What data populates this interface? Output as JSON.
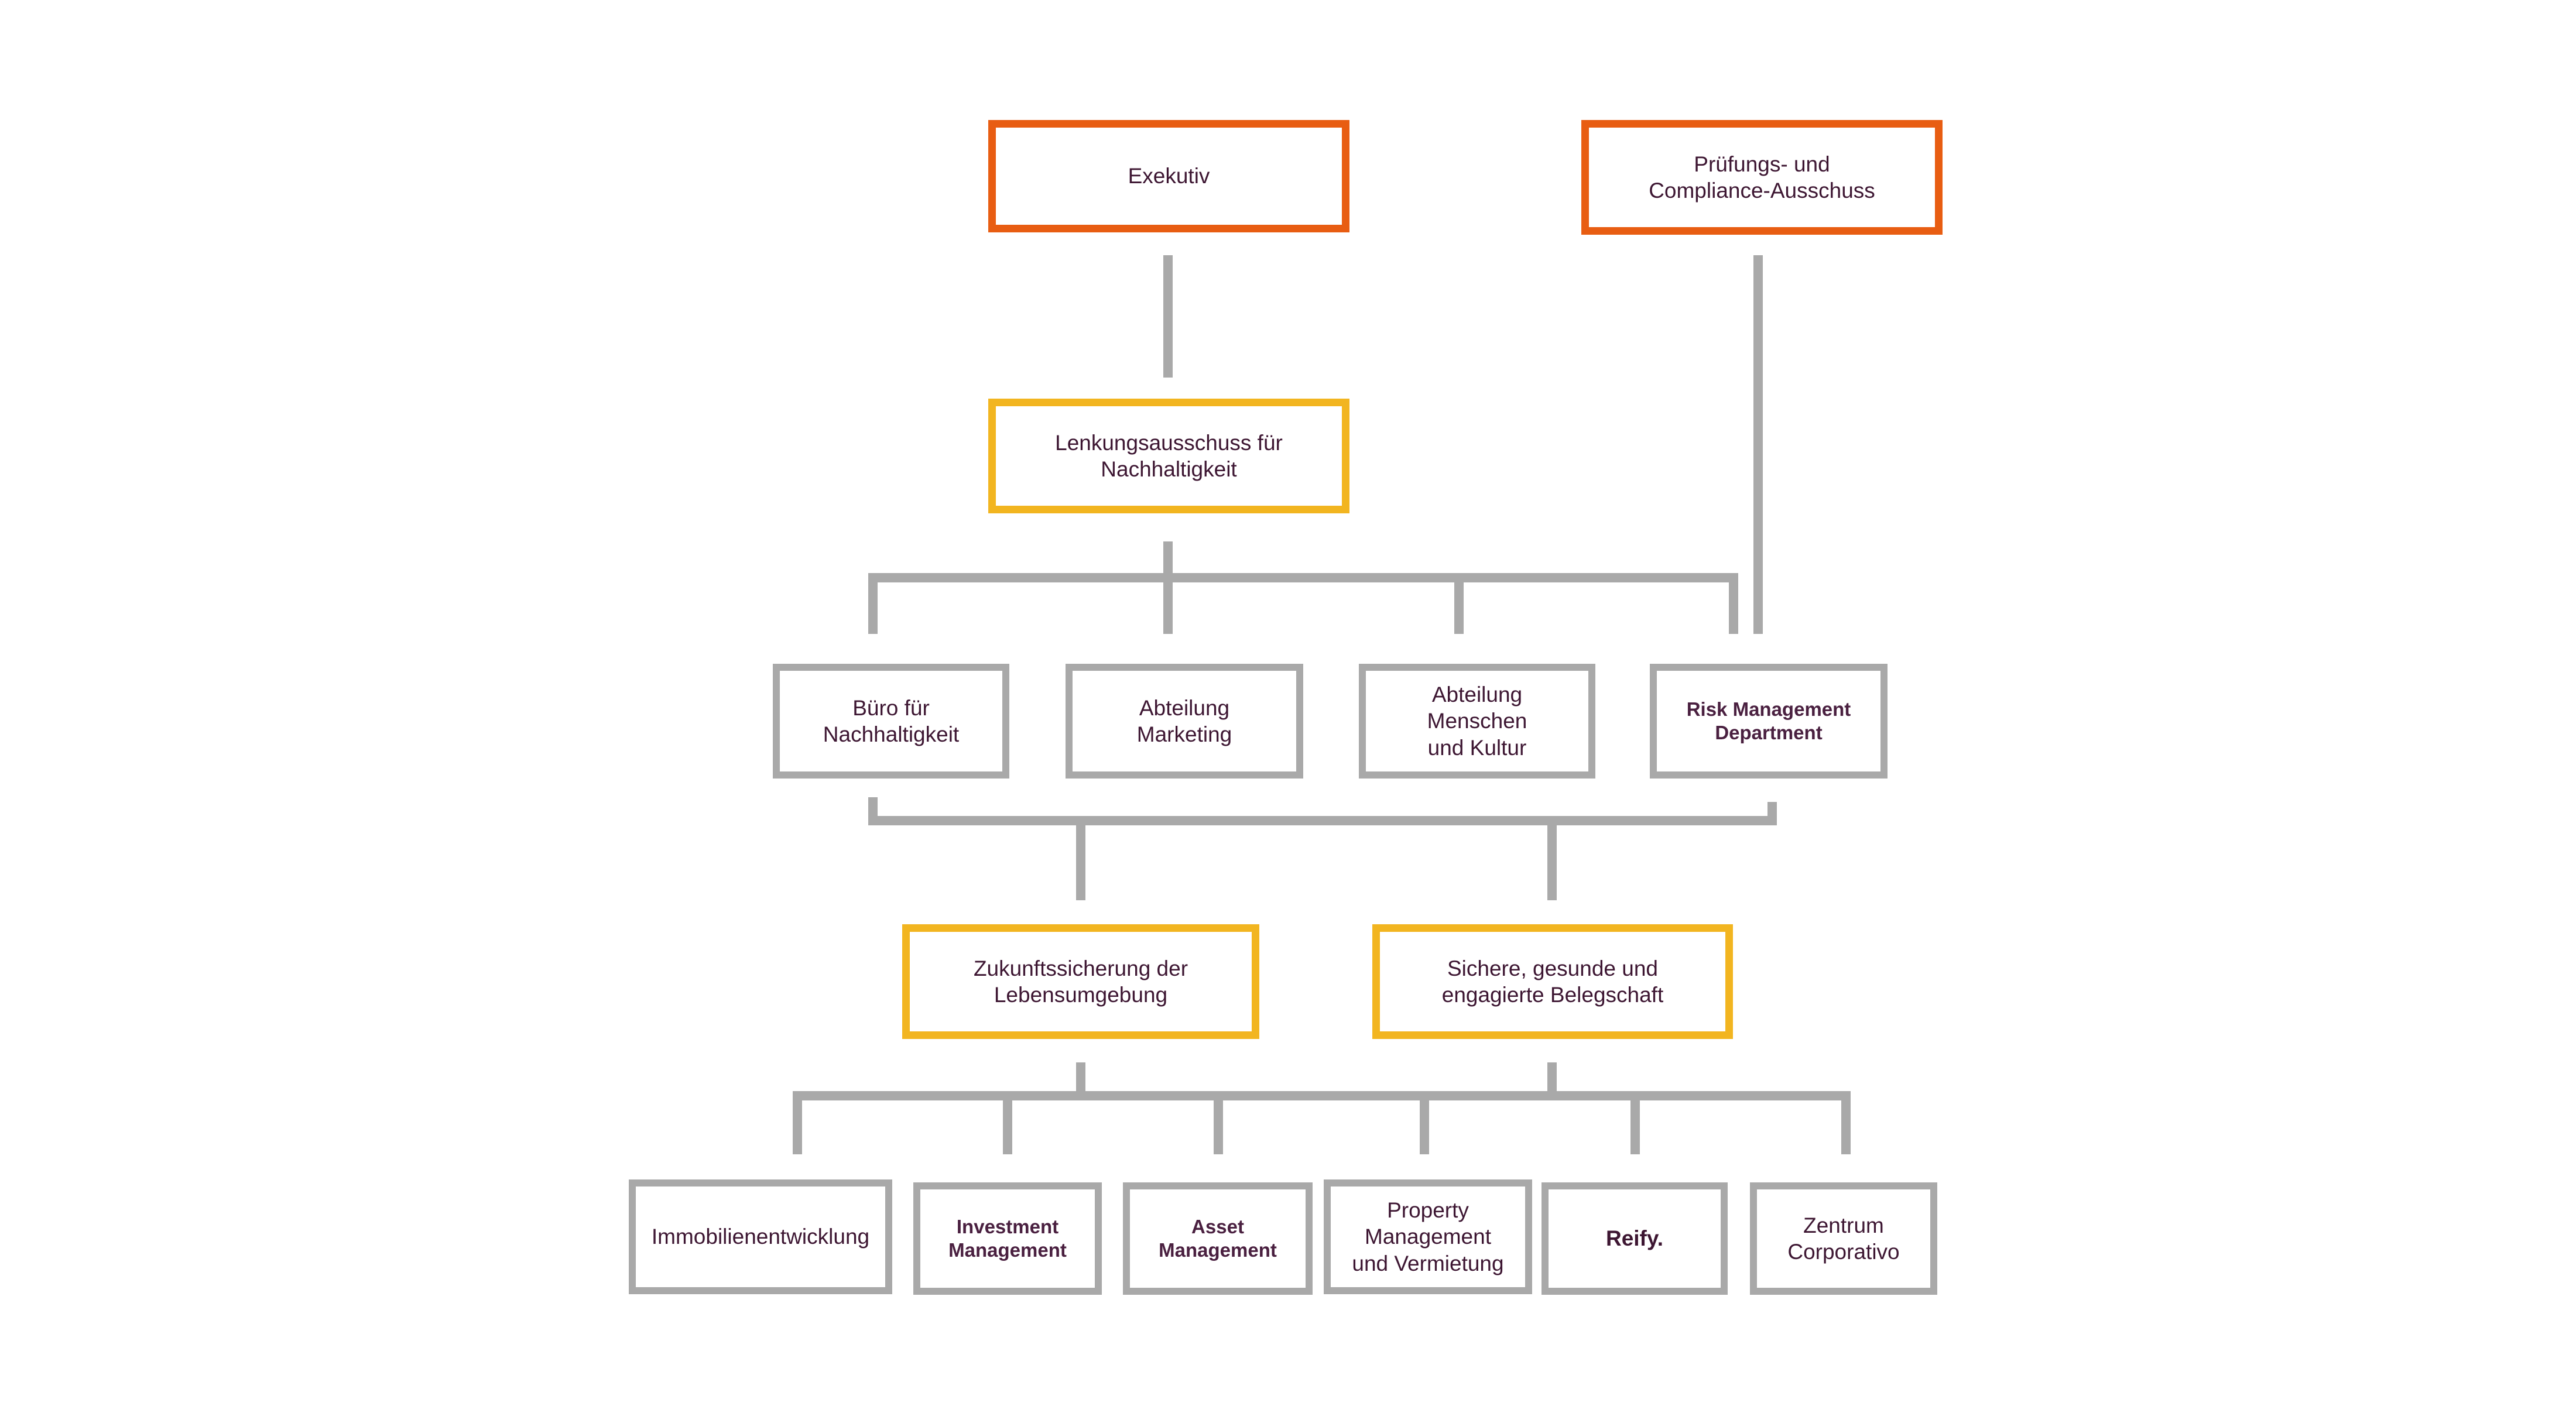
{
  "colors": {
    "executive_border": "#e85d12",
    "committee_border": "#f2b520",
    "unit_border": "#a9a9a9",
    "connector": "#a9a9a9",
    "text": "#3d1632"
  },
  "nodes": {
    "exekutiv": "Exekutiv",
    "pruefungs": "Prüfungs- und\nCompliance-Ausschuss",
    "lenkungsausschuss": "Lenkungsausschuss für\nNachhaltigkeit",
    "buero": "Büro für\nNachhaltigkeit",
    "marketing": "Abteilung\nMarketing",
    "menschen": "Abteilung\nMenschen\nund Kultur",
    "risk": "Risk Management\nDepartment",
    "zukunft": "Zukunftssicherung der\nLebensumgebung",
    "sichere": "Sichere, gesunde und\nengagierte Belegschaft",
    "immobilien": "Immobilienentwicklung",
    "investment": "Investment\nManagement",
    "asset": "Asset\nManagement",
    "property": "Property\nManagement\nund Vermietung",
    "reify": "Reify.",
    "zentrum": "Zentrum\nCorporativo"
  }
}
